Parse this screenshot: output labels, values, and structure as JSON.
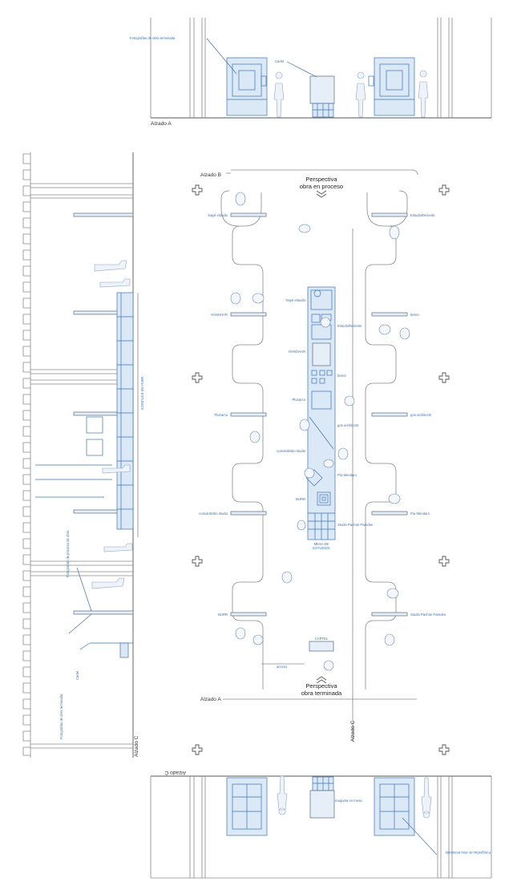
{
  "elevation_a": {
    "caption": "Alzado A",
    "label_photos": "Fotografías de obra terminada",
    "label_sign": "Cartel"
  },
  "elevation_b_caption": "Alzado B",
  "elevation_c_caption": "Alzado C",
  "elevation_c_flipped_caption": "Alzado C",
  "side_elevation": {
    "table_label": "MESA DE ESTUDIOS",
    "label_process_photos": "Fotografías de proceso de obra",
    "label_finished_photos": "Fotografías de obra terminada",
    "label_sign": "Cartel"
  },
  "plan": {
    "perspective_top": [
      "Perspectiva",
      "obra en proceso"
    ],
    "perspective_bottom": [
      "Perspectiva",
      "obra terminada"
    ],
    "table_caption": [
      "MESA DE",
      "ESTUDIOS"
    ],
    "sign_label": "CARTEL",
    "section_a": "Alzado A",
    "section_c": "Alzado C",
    "entrance": "acceso",
    "left_studios": [
      "Nayé estudio",
      "HANGHAR",
      "Pluriarco",
      "cumulolimbo studio",
      "BURR"
    ],
    "right_studios": [
      "EstudioReciente",
      "berrio",
      "gon architects",
      "Pía Mendaro",
      "Studio Pachón Paredes"
    ],
    "table_studios_left": [
      "Nayé estudio",
      "HANGHAR",
      "Pluriarco",
      "cumulolimbo studio",
      "BURR"
    ],
    "table_studios_right": [
      "EstudioReciente",
      "berrio",
      "gon architects",
      "Pía Mendaro",
      "Studio Pachón Paredes"
    ]
  },
  "elevation_b_bottom": {
    "label_process": "maqueta en mesa",
    "label_photos": "Fotografías de obra terminada"
  },
  "colors": {
    "line_blue": "#3a72b8",
    "light_blue": "#dbe8f5",
    "grey_line": "#8a8a8a"
  }
}
